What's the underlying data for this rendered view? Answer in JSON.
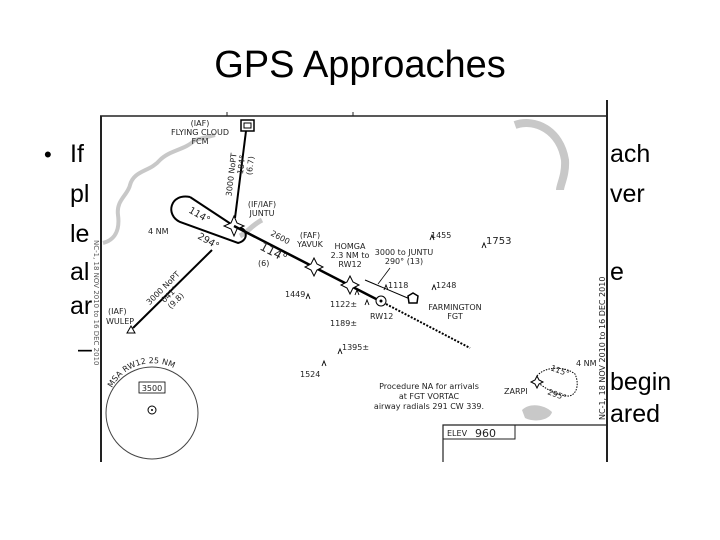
{
  "slide": {
    "title": "GPS Approaches",
    "bullet_glyph": "•",
    "left_fragments": [
      "If",
      "pl",
      "le",
      "al",
      "ar"
    ],
    "right_fragments": [
      "ach",
      "ver",
      "e",
      "begin",
      "ared"
    ],
    "sub_bullet_glyph": "–"
  },
  "chart_image": {
    "fcm": [
      "(IAF)",
      "FLYING CLOUD",
      "FCM"
    ],
    "fcm_leg": [
      "3000 NoPT",
      "184°",
      "(6.7)"
    ],
    "juntu": [
      "(IF/IAF)",
      "JUNTU"
    ],
    "hold_inbound": "114°",
    "hold_outbound": "294°",
    "hold_length": "4 NM",
    "wulep": [
      "(IAF)",
      "WULEP"
    ],
    "wulep_leg": [
      "3000 NoPT",
      "041°",
      "(9.8)"
    ],
    "final_leg": [
      "2600",
      "114°",
      "(6)"
    ],
    "yavuk": [
      "(FAF)",
      "YAVUK"
    ],
    "homga": [
      "HOMGA",
      "2.3 NM to",
      "RW12"
    ],
    "fgt_leg": [
      "3000 to JUNTU",
      "290° (13)"
    ],
    "fgt": [
      "FARMINGTON",
      "FGT"
    ],
    "rw12": "RW12",
    "elevations": [
      "1455",
      "1753",
      "1118",
      "1248",
      "1449",
      "1122±",
      "1189±",
      "1395±",
      "1524"
    ],
    "msa_label": "MSA RW12 25 NM",
    "msa_altitude": "3500",
    "note": [
      "Procedure NA for arrivals",
      "at FGT VORTAC",
      "airway radials 291 CW 339."
    ],
    "zarpi": "ZARPI",
    "zarpi_hold": [
      "115°",
      "295°",
      "4 NM"
    ],
    "elev_label": "ELEV",
    "elev_value": "960",
    "amendment_date": "NC-1, 18 NOV 2010 to 16 DEC 2010"
  }
}
